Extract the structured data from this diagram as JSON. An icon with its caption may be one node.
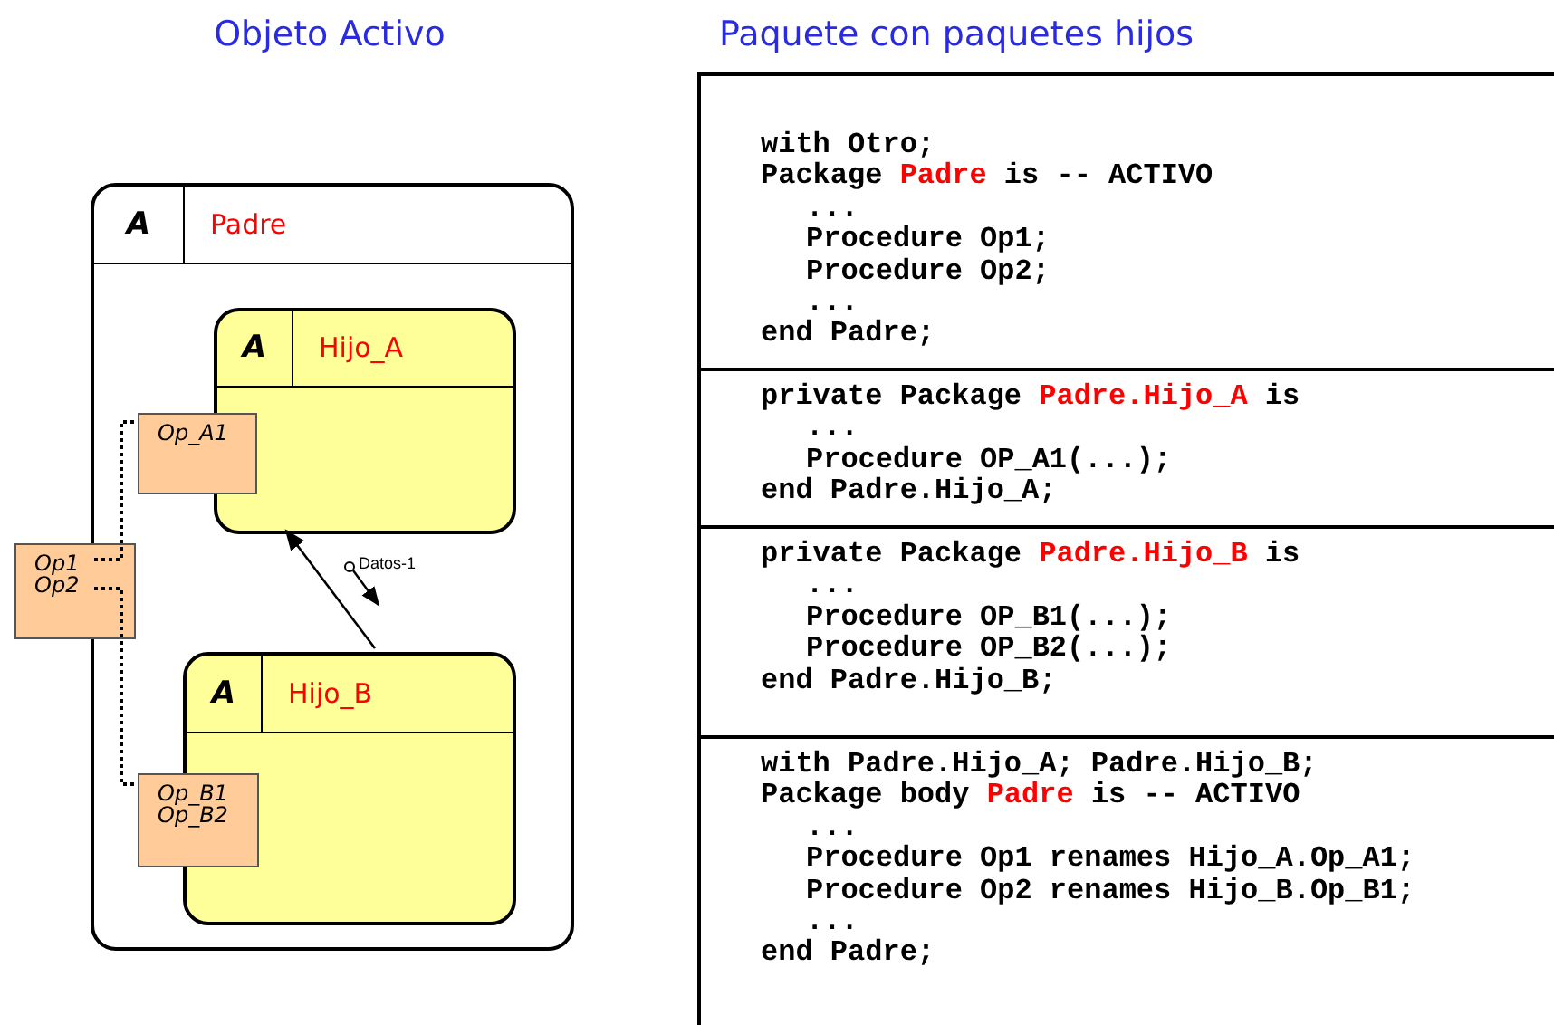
{
  "diagram": {
    "nodes": [
      {
        "text": [
          "A",
          "Padre"
        ]
      },
      {
        "text": [
          "A",
          "Hijo_A"
        ],
        "in": 0
      },
      {
        "text": [
          "Op_A1"
        ],
        "in": 0
      },
      {
        "text": [
          "A",
          "Hijo_B"
        ],
        "in": 0
      },
      {
        "text": [
          "Op_B1",
          "Op_B2"
        ],
        "in": 0
      },
      {
        "text": [
          "Op1",
          "Op2"
        ]
      },
      {
        "text": [
          "with Otro;",
          "Package **Padre** is -- ACTIVO",
          "...",
          "Procedure Op1;",
          "Procedure Op2;",
          "...",
          "end Padre;"
        ]
      },
      {
        "text": [
          "private Package **Padre.Hijo_A** is",
          "...",
          "Procedure OP_A1(...);",
          "end Padre.Hijo_A;"
        ]
      },
      {
        "text": [
          "private Package **Padre.Hijo_B** is",
          "...",
          "Procedure OP_B1(...);",
          "Procedure OP_B2(...);",
          "end Padre.Hijo_B;"
        ]
      },
      {
        "text": [
          "with Padre.Hijo_A; Padre.Hijo_B;",
          "Package body **Padre** is -- ACTIVO",
          "...",
          "Procedure Op1 renames Hijo_A.Op_A1;",
          "Procedure Op2 renames Hijo_B.Op_B1;",
          "...",
          "end Padre;"
        ]
      }
    ],
    "edges": [
      {
        "from": 3,
        "to": 1,
        "arrow": "to",
        "label": "Datos-1"
      },
      {
        "from": 5,
        "to": 2,
        "arrow": "none",
        "style": "dashed"
      },
      {
        "from": 5,
        "to": 4,
        "arrow": "none",
        "style": "dashed"
      }
    ],
    "labels": [
      "Objeto Activo",
      "Paquete con paquetes hijos"
    ]
  }
}
